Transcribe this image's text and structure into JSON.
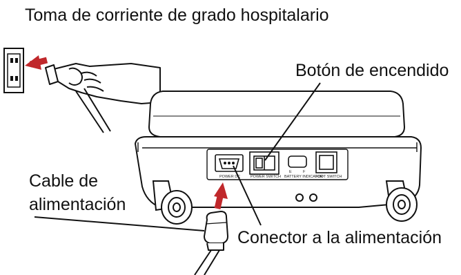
{
  "labels": {
    "outlet": "Toma de corriente de grado hospitalario",
    "power_button": "Botón de encendido",
    "cable_line1": "Cable de",
    "cable_line2": "alimentación",
    "connector": "Conector a la alimentación"
  },
  "panel": {
    "power_inlet": "POWER DC",
    "power_switch": "POWER SWITCH",
    "battery_indicator": "BATTERY INDICATOR",
    "foot_switch": "FOOT SWITCH",
    "battery_e": "E",
    "battery_f": "F"
  },
  "colors": {
    "arrow": "#c0282b",
    "line": "#111111"
  }
}
